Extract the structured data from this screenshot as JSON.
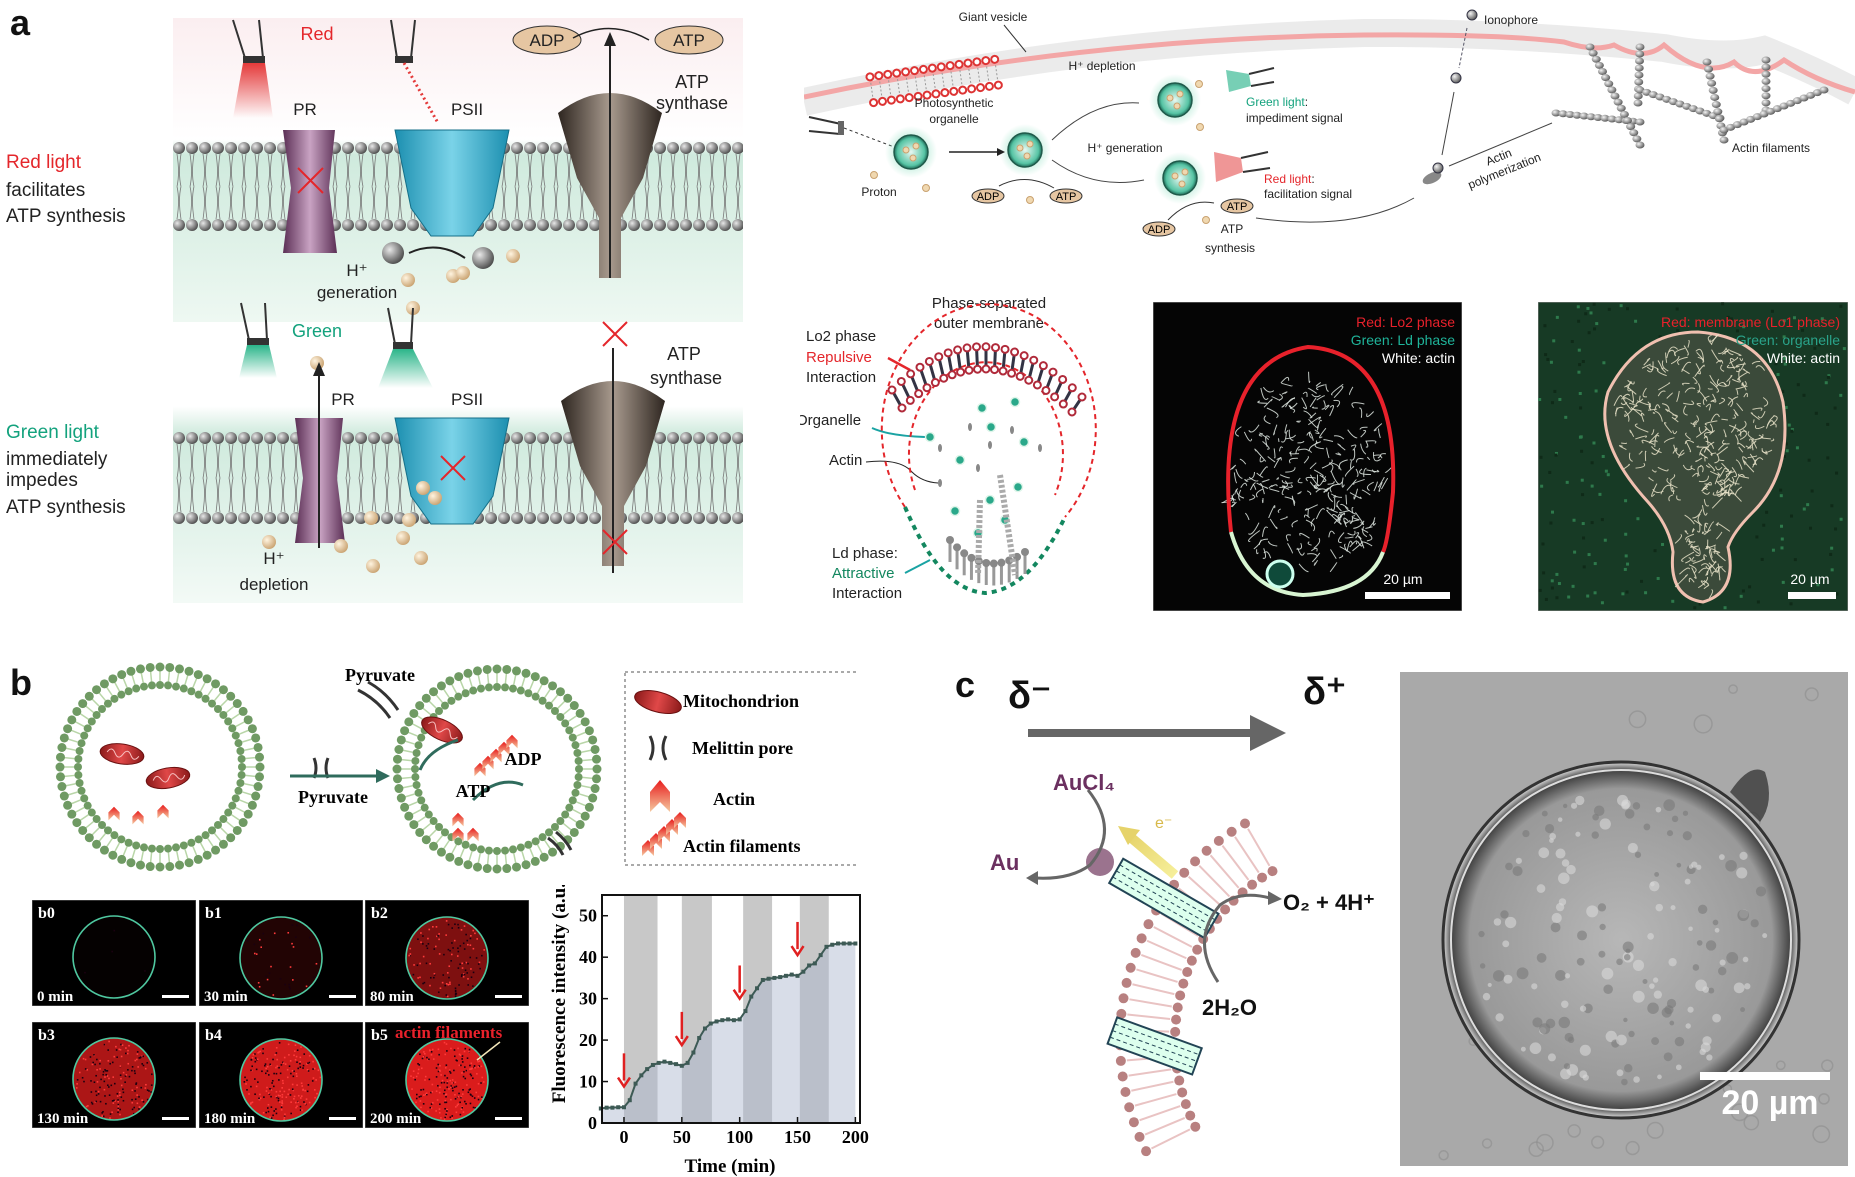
{
  "panel_labels": {
    "a": "a",
    "b": "b",
    "c": "c"
  },
  "a": {
    "side_top": {
      "line1": "Red light",
      "line2": "facilitates",
      "line3": "ATP synthesis"
    },
    "side_bottom": {
      "line1": "Green light",
      "line2": "immediately",
      "line3": "impedes",
      "line4": "ATP synthesis"
    },
    "top": {
      "light": "Red",
      "pr": "PR",
      "psii": "PSII",
      "adp": "ADP",
      "atp": "ATP",
      "synthase1": "ATP",
      "synthase2": "synthase",
      "h": "H⁺",
      "h_label": "generation"
    },
    "bottom": {
      "light": "Green",
      "pr": "PR",
      "psii": "PSII",
      "synthase1": "ATP",
      "synthase2": "synthase",
      "h": "H⁺",
      "h_label": "depletion"
    },
    "schematic": {
      "giant_vesicle": "Giant vesicle",
      "organelle1": "Photosynthetic",
      "organelle2": "organelle",
      "proton": "Proton",
      "adp": "ADP",
      "atp": "ATP",
      "h_depletion": "H⁺ depletion",
      "h_generation": "H⁺ generation",
      "green_light": "Green light",
      "colon": ":",
      "impediment": "impediment signal",
      "red_light": "Red light",
      "facilitation": "facilitation signal",
      "atp_synthesis1": "ATP",
      "atp_synthesis2": "synthesis",
      "ionophore": "Ionophore",
      "actin1": "Actin",
      "actin2": "polymerization",
      "actin_filaments": "Actin filaments"
    },
    "phase": {
      "title1": "Phase-separated",
      "title2": "outer membrane",
      "lo2": "Lo2 phase",
      "repulsive": "Repulsive",
      "interaction": "Interaction",
      "organelle": "Organelle",
      "actin": "Actin",
      "ld": "Ld phase:",
      "attractive": "Attractive"
    },
    "micro1": {
      "red": "Red: Lo2 phase",
      "green": "Green: Ld phase",
      "white": "White: actin",
      "scale": "20 µm"
    },
    "micro2": {
      "red": "Red: membrane (Lo1 phase)",
      "green": "Green: organelle",
      "white": "White: actin",
      "scale": "20 µm"
    }
  },
  "b": {
    "pyruvate_top": "Pyruvate",
    "pyruvate_arrow": "Pyruvate",
    "adp": "ADP",
    "atp": "ATP",
    "legend": [
      "Mitochondrion",
      "Melittin pore",
      "Actin",
      "Actin filaments"
    ],
    "tiles": [
      {
        "id": "b0",
        "time": "0 min",
        "fill": 0.02
      },
      {
        "id": "b1",
        "time": "30 min",
        "fill": 0.15
      },
      {
        "id": "b2",
        "time": "80 min",
        "fill": 0.55
      },
      {
        "id": "b3",
        "time": "130 min",
        "fill": 0.75
      },
      {
        "id": "b4",
        "time": "180 min",
        "fill": 0.9
      },
      {
        "id": "b5",
        "time": "200 min",
        "fill": 0.95
      }
    ],
    "tile_annotation": "actin filaments"
  },
  "chart_data": {
    "type": "line",
    "xlabel": "Time (min)",
    "ylabel": "Fluorescence intensity (a.u.)",
    "xlim": [
      -19,
      204
    ],
    "ylim": [
      0,
      55
    ],
    "xticks": [
      0,
      50,
      100,
      150,
      200
    ],
    "yticks": [
      0,
      10,
      20,
      30,
      40,
      50
    ],
    "shaded_intervals": [
      [
        0,
        29
      ],
      [
        50,
        76
      ],
      [
        103,
        128
      ],
      [
        152,
        177
      ]
    ],
    "arrows_at": [
      0,
      50,
      100,
      150
    ],
    "x": [
      -20,
      -15,
      -10,
      -5,
      0,
      5,
      10,
      15,
      20,
      25,
      30,
      35,
      40,
      45,
      50,
      55,
      60,
      65,
      70,
      75,
      80,
      85,
      90,
      95,
      100,
      105,
      110,
      115,
      120,
      125,
      130,
      135,
      140,
      145,
      150,
      155,
      160,
      165,
      170,
      175,
      180,
      185,
      190,
      195,
      200
    ],
    "y": [
      3.5,
      3.7,
      3.7,
      3.8,
      3.8,
      5.5,
      9.5,
      11.5,
      13,
      14,
      14.5,
      14.8,
      14.5,
      14.2,
      13.8,
      14.5,
      17,
      20.5,
      22.8,
      24,
      24.5,
      24.8,
      25,
      24.8,
      25,
      27,
      30.5,
      32.5,
      34.5,
      34.8,
      35,
      35.2,
      35.5,
      35.8,
      35.5,
      36.5,
      38,
      38.5,
      40.5,
      42.5,
      43,
      43.3,
      43.3,
      43.3,
      43.3
    ],
    "grid": false,
    "colors": {
      "line": "#3d5a55",
      "arrow": "#e02020",
      "band": "#c8c8c8"
    }
  },
  "c": {
    "delta_minus": "δ⁻",
    "delta_plus": "δ⁺",
    "aucl4": "AuCl₄",
    "au": "Au",
    "electron": "e⁻",
    "products": "O₂ + 4H⁺",
    "water": "2H₂O",
    "scale": "20 µm"
  },
  "colors": {
    "red": "#e4262b",
    "green": "#13a27d",
    "membrane_pink": "#f3a6a6",
    "lipid_green": "#6f9a63",
    "actin_red": "#e23030"
  }
}
